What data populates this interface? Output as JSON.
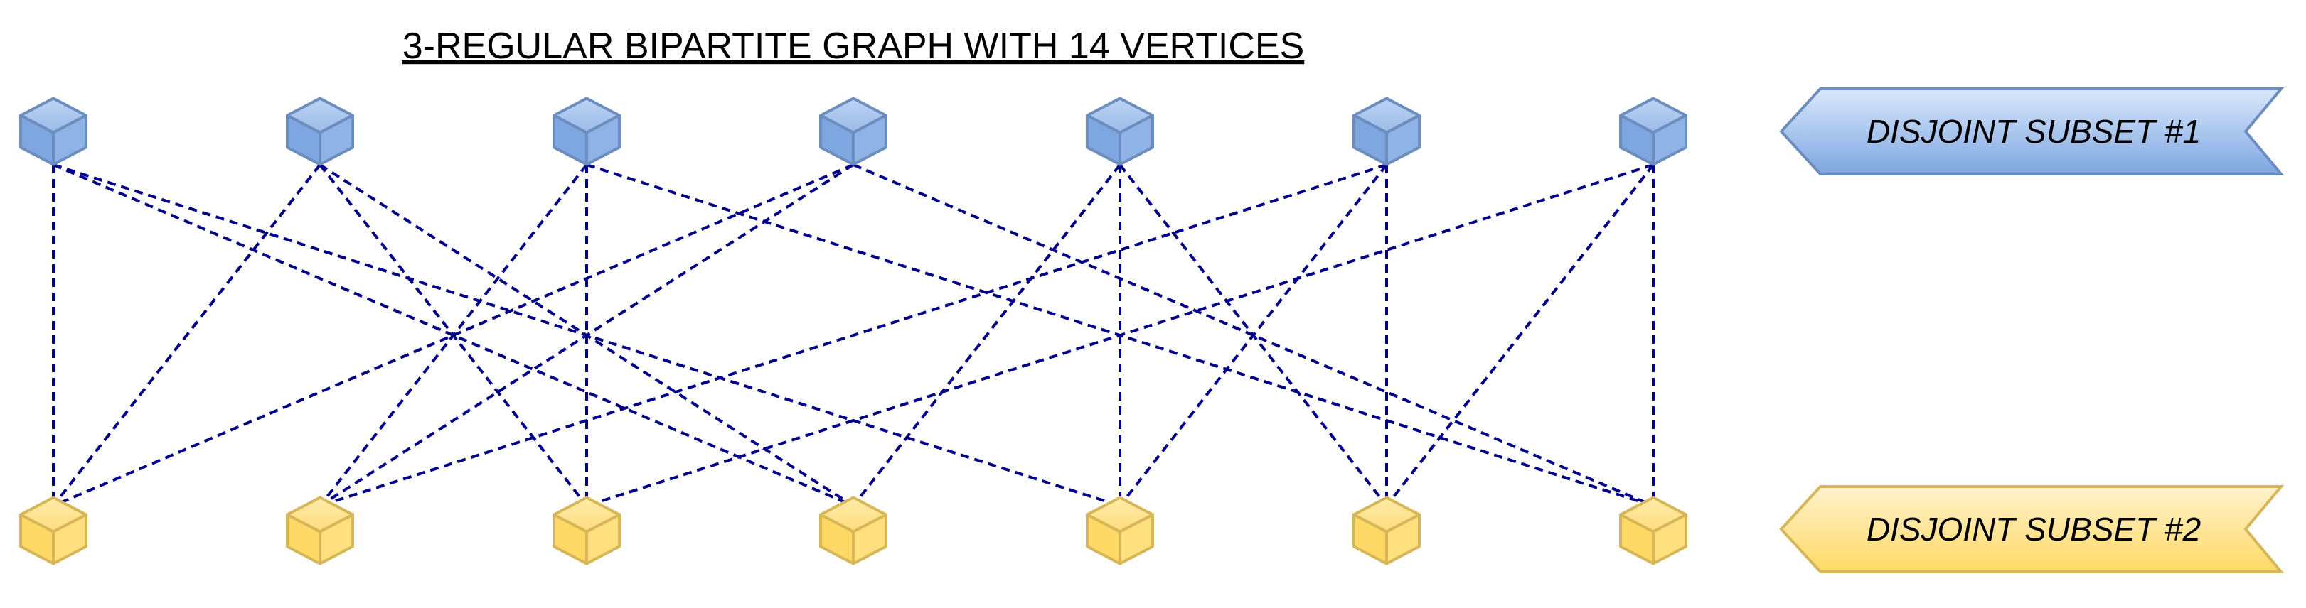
{
  "title": "3-REGULAR BIPARTITE GRAPH WITH 14 VERTICES",
  "subsets": [
    {
      "label": "DISJOINT SUBSET #1",
      "color": "blue",
      "fill_top": "#dae8fc",
      "fill_bottom": "#7ea6e0",
      "stroke": "#6c8ebf",
      "vertex_count": 7
    },
    {
      "label": "DISJOINT SUBSET #2",
      "color": "yellow",
      "fill_top": "#fff2cc",
      "fill_bottom": "#ffd966",
      "stroke": "#d6b656",
      "vertex_count": 7
    }
  ],
  "vertex_icon": "cube-icon",
  "edge_color": "#00008b",
  "edge_style": "dashed",
  "edges": [
    [
      0,
      0
    ],
    [
      0,
      3
    ],
    [
      0,
      4
    ],
    [
      1,
      0
    ],
    [
      1,
      2
    ],
    [
      1,
      3
    ],
    [
      2,
      1
    ],
    [
      2,
      2
    ],
    [
      2,
      6
    ],
    [
      3,
      0
    ],
    [
      3,
      1
    ],
    [
      3,
      6
    ],
    [
      4,
      3
    ],
    [
      4,
      4
    ],
    [
      4,
      5
    ],
    [
      5,
      1
    ],
    [
      5,
      4
    ],
    [
      5,
      5
    ],
    [
      6,
      2
    ],
    [
      6,
      5
    ],
    [
      6,
      6
    ]
  ]
}
